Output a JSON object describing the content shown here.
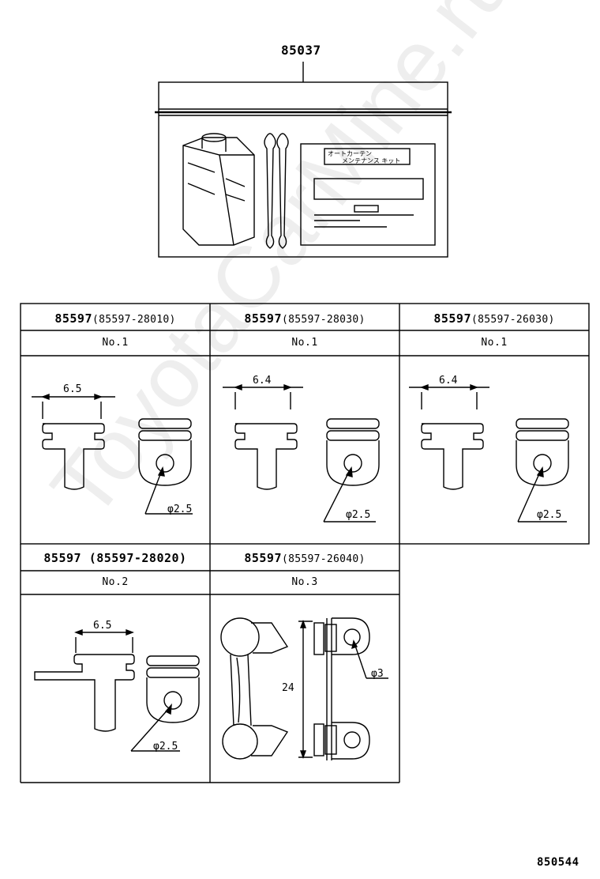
{
  "kit": {
    "part_no": "85037",
    "label_line1": "オートカーテン",
    "label_line2": "メンテナンス キット"
  },
  "cells": [
    {
      "part_no": "85597",
      "sub_no": "(85597-28010)",
      "variant": "No.1",
      "width_dim": "6.5",
      "hole_dim": "φ2.5"
    },
    {
      "part_no": "85597",
      "sub_no": "(85597-28030)",
      "variant": "No.1",
      "width_dim": "6.4",
      "hole_dim": "φ2.5"
    },
    {
      "part_no": "85597",
      "sub_no": "(85597-26030)",
      "variant": "No.1",
      "width_dim": "6.4",
      "hole_dim": "φ2.5"
    },
    {
      "part_no": "85597",
      "sub_no": "(85597-28020)",
      "variant": "No.2",
      "width_dim": "6.5",
      "hole_dim": "φ2.5"
    },
    {
      "part_no": "85597",
      "sub_no": "(85597-26040)",
      "variant": "No.3",
      "height_dim": "24",
      "hole_dim": "φ3"
    }
  ],
  "drawing_no": "850544"
}
